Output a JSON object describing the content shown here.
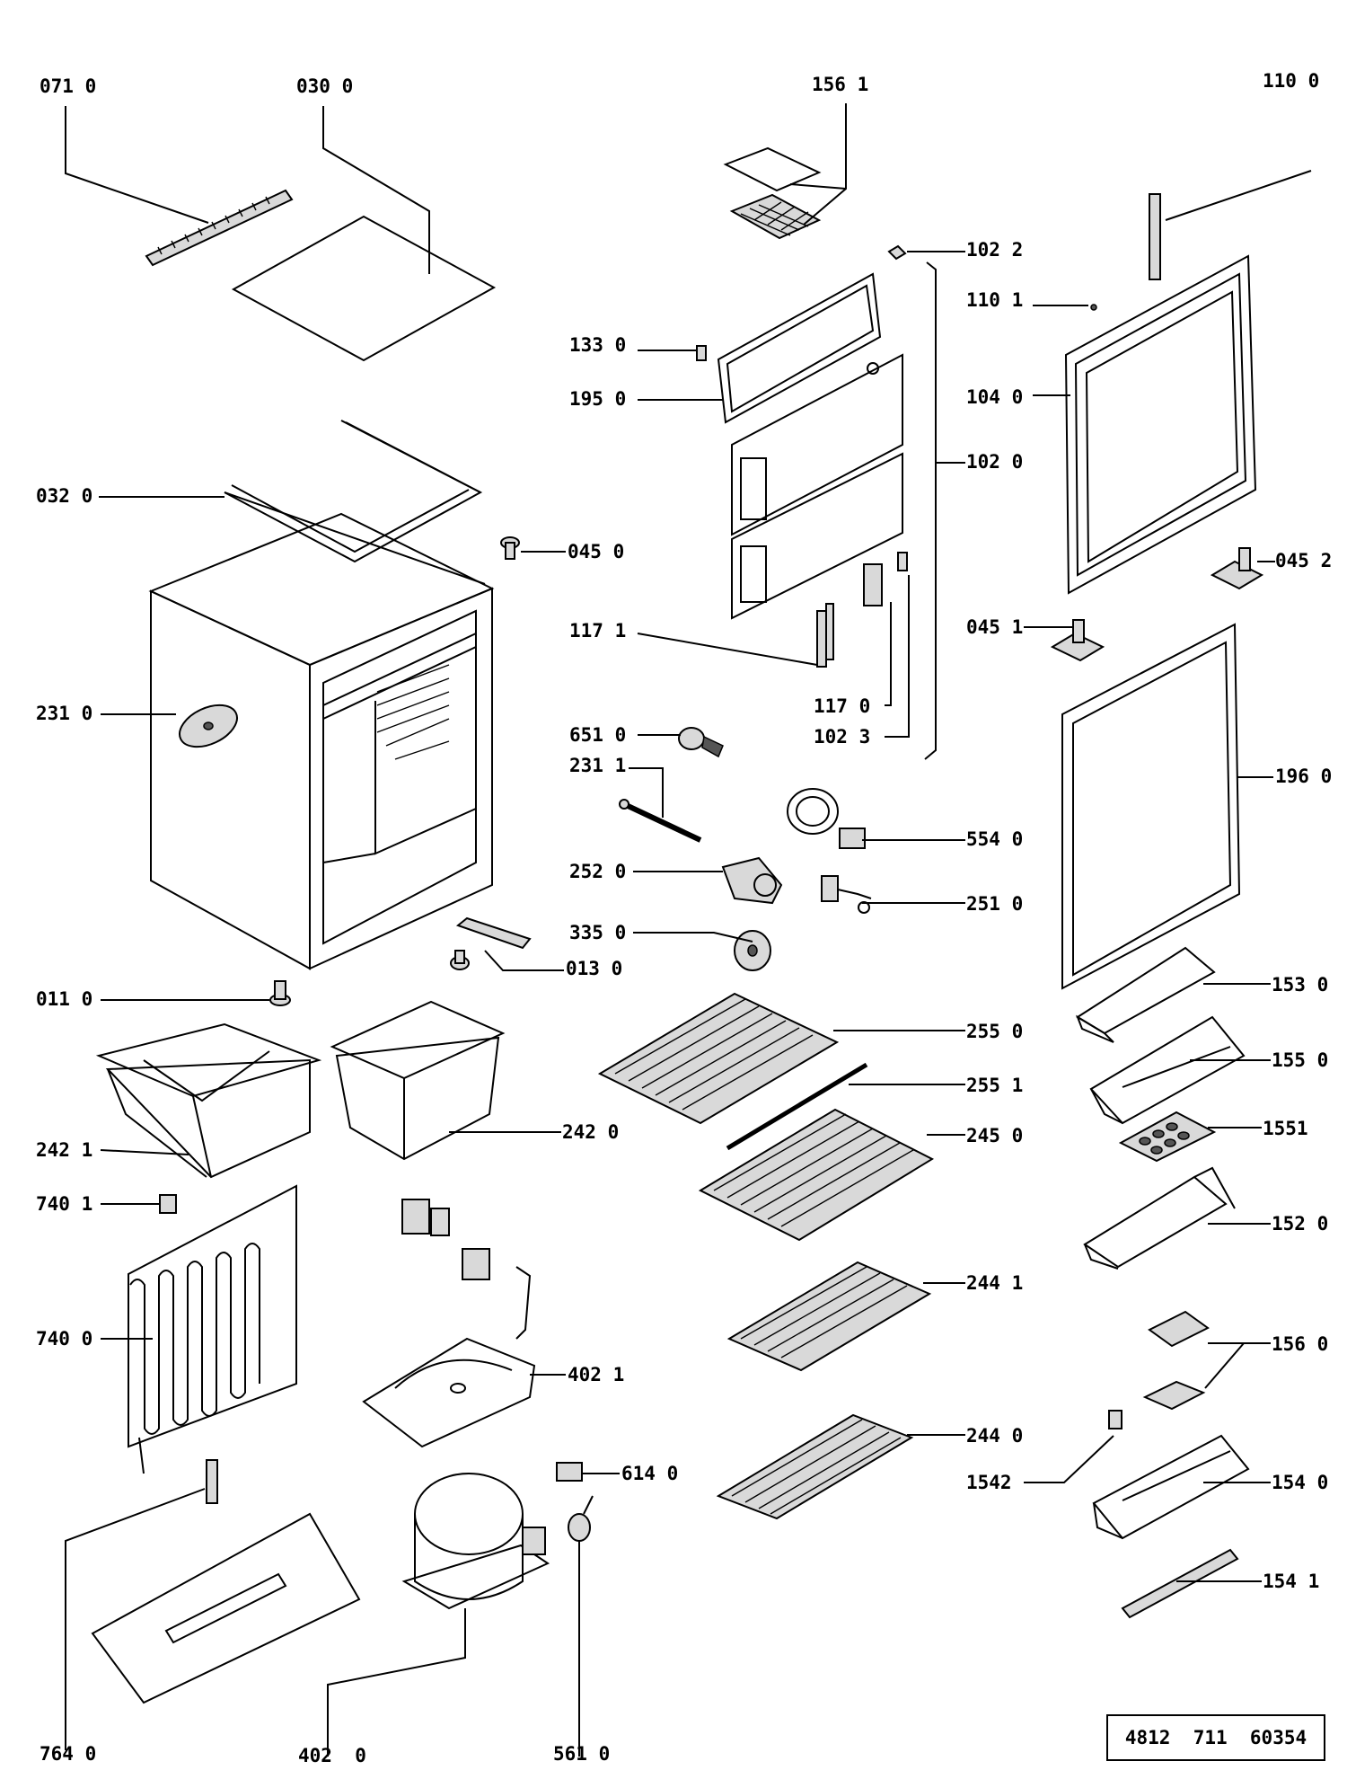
{
  "callouts": {
    "p0710": "071 0",
    "p0300": "030 0",
    "p1561": "156 1",
    "p1100": "110 0",
    "p1022": "102 2",
    "p1101": "110 1",
    "p1330": "133 0",
    "p1950": "195 0",
    "p1040": "104 0",
    "p1020": "102 0",
    "p0320": "032 0",
    "p0450": "045 0",
    "p0452": "045 2",
    "p0451": "045 1",
    "p1171": "117 1",
    "p2310": "231 0",
    "p1170": "117 0",
    "p1023": "102 3",
    "p6510": "651 0",
    "p2311": "231 1",
    "p1960": "196 0",
    "p5540": "554 0",
    "p2520": "252 0",
    "p2510": "251 0",
    "p3350": "335 0",
    "p0130": "013 0",
    "p0110": "011 0",
    "p1530": "153 0",
    "p2550": "255 0",
    "p1550": "155 0",
    "p2551": "255 1",
    "p2421": "242 1",
    "p2420": "242 0",
    "p2450": "245 0",
    "p1551": "1551",
    "p7401": "740 1",
    "p1520": "152 0",
    "p2441": "244 1",
    "p7400": "740 0",
    "p1560": "156 0",
    "p4021": "402 1",
    "p2440": "244 0",
    "p6140": "614 0",
    "p1542": "1542",
    "p1540": "154 0",
    "p1541": "154 1",
    "p7640": "764 0",
    "p4020": "402  0",
    "p5610": "561 0"
  },
  "document_number": "4812  711  60354"
}
